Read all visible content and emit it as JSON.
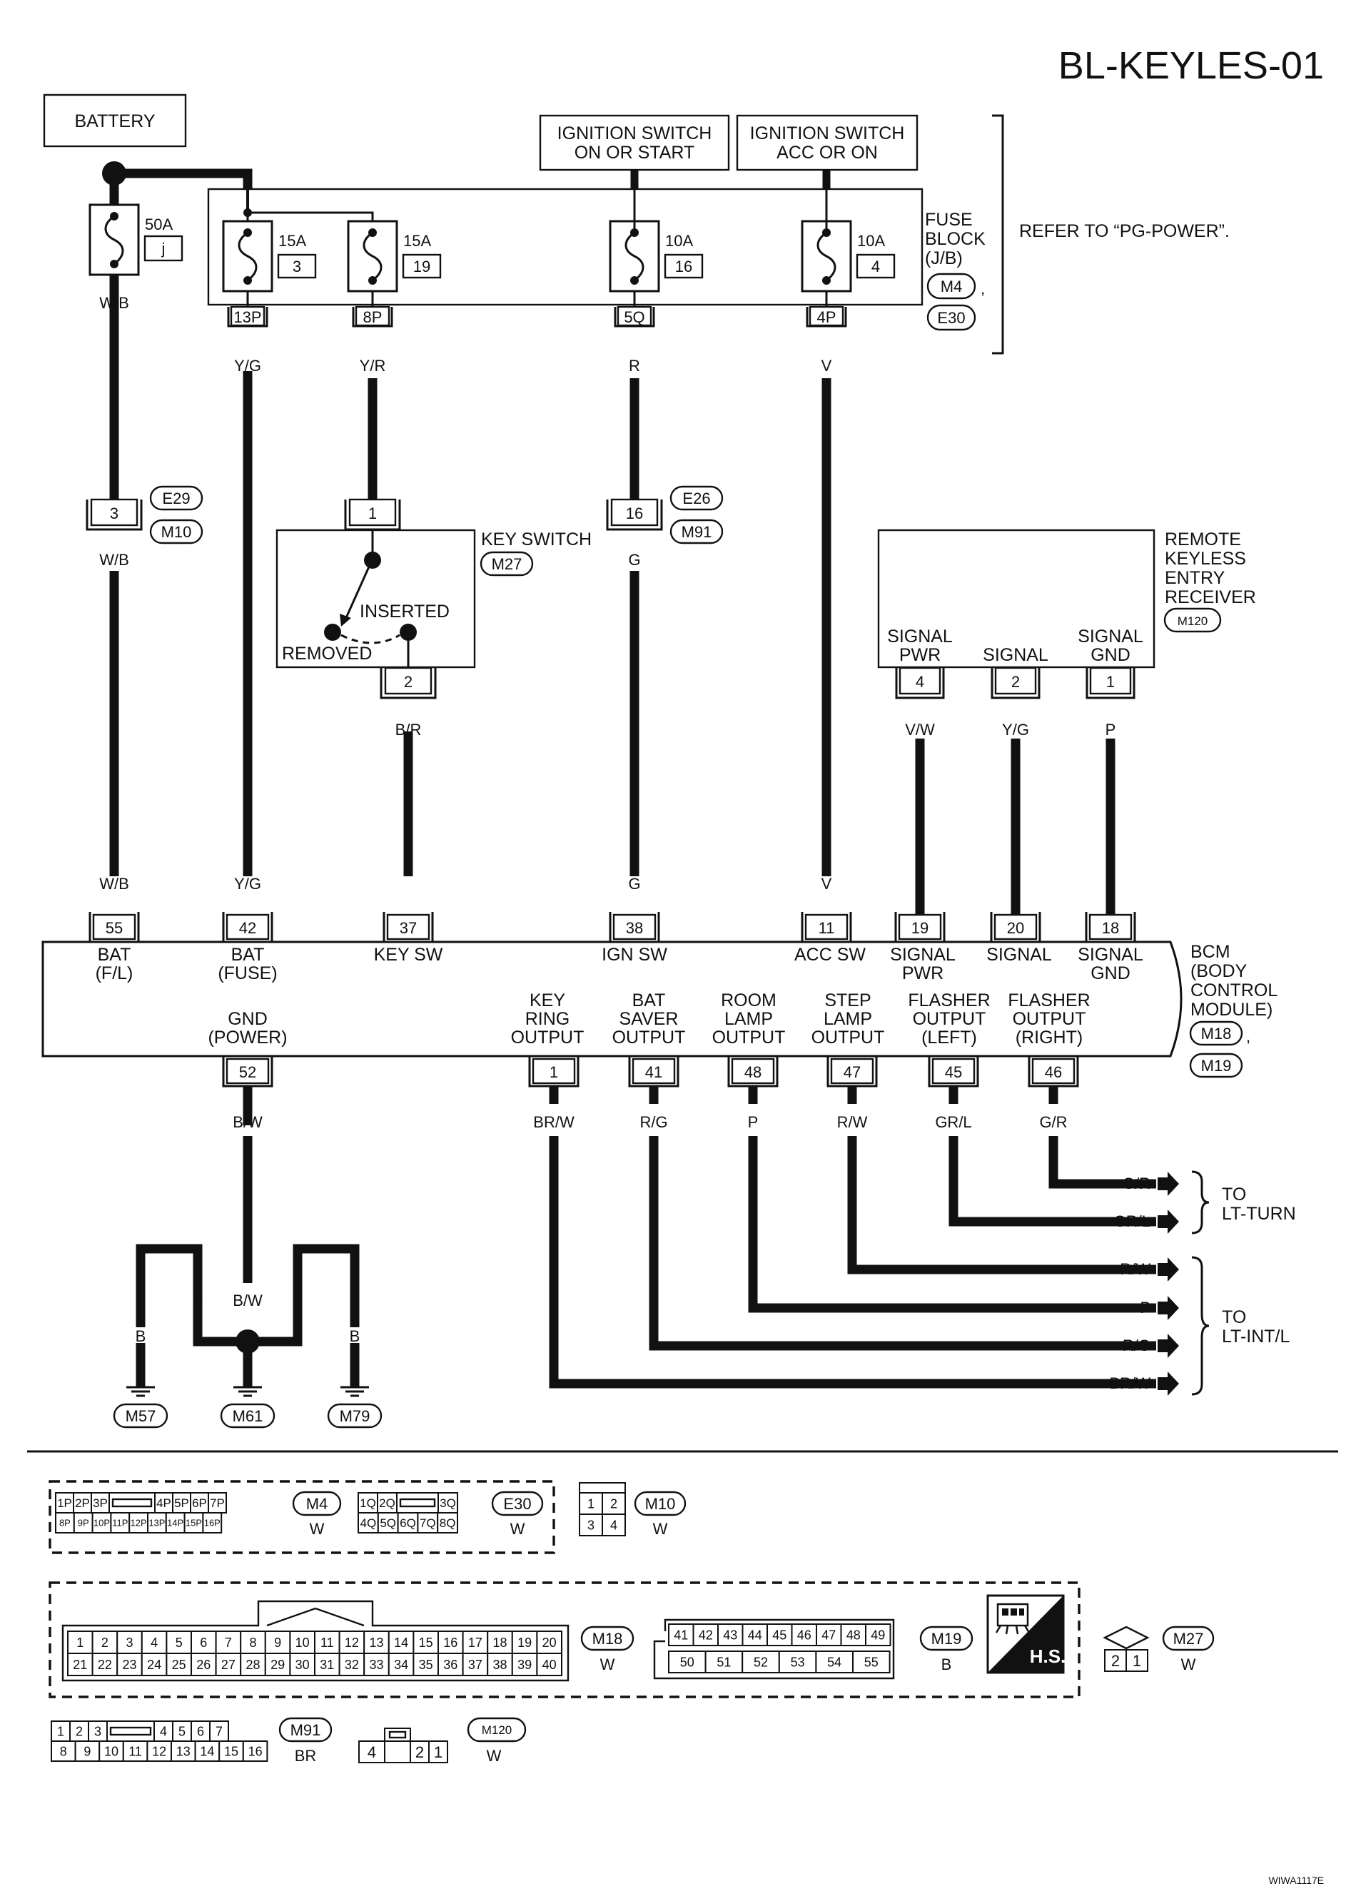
{
  "header": {
    "code": "BL-KEYLES-01",
    "footer": "WIWA1117E"
  },
  "power": {
    "battery": "BATTERY",
    "ign_on_start": [
      "IGNITION SWITCH",
      "ON OR START"
    ],
    "ign_acc_on": [
      "IGNITION SWITCH",
      "ACC OR ON"
    ],
    "fuse_block": [
      "FUSE",
      "BLOCK",
      "(J/B)"
    ],
    "fb_conn1": "M4",
    "fb_conn2": "E30",
    "fb_comma": ",",
    "refer": "REFER TO “PG-POWER”.",
    "fusible_link": {
      "amp": "50A",
      "id": "j"
    },
    "fuses": [
      {
        "amp": "15A",
        "num": "3",
        "term": "13P"
      },
      {
        "amp": "15A",
        "num": "19",
        "term": "8P"
      },
      {
        "amp": "10A",
        "num": "16",
        "term": "5Q"
      },
      {
        "amp": "10A",
        "num": "4",
        "term": "4P"
      }
    ]
  },
  "wires": {
    "c1": [
      "W/B",
      "W/B",
      "W/B"
    ],
    "c2": [
      "Y/G",
      "Y/G"
    ],
    "c3": [
      "Y/R",
      "B/R"
    ],
    "c4": [
      "R",
      "G",
      "G"
    ],
    "c5": [
      "V",
      "V"
    ],
    "c6": [
      "V/W"
    ],
    "c7": [
      "Y/G"
    ],
    "c8": [
      "P"
    ],
    "gnd": "B/W",
    "out1": "BR/W",
    "out2": "R/G",
    "out3": "P",
    "out4": "R/W",
    "out5": "GR/L",
    "out6": "G/R"
  },
  "inline_connectors": {
    "e29": {
      "pin": "3",
      "ids": [
        "E29",
        "M10"
      ]
    },
    "e26": {
      "pin": "16",
      "ids": [
        "E26",
        "M91"
      ]
    }
  },
  "key_switch": {
    "title": "KEY SWITCH",
    "conn": "M27",
    "pin_in": "1",
    "pin_out": "2",
    "inserted": "INSERTED",
    "removed": "REMOVED"
  },
  "receiver": {
    "title": [
      "REMOTE",
      "KEYLESS",
      "ENTRY",
      "RECEIVER"
    ],
    "conn": "M120",
    "pins": [
      {
        "num": "4",
        "label": [
          "SIGNAL",
          "PWR"
        ]
      },
      {
        "num": "2",
        "label": [
          "SIGNAL"
        ]
      },
      {
        "num": "1",
        "label": [
          "SIGNAL",
          "GND"
        ]
      }
    ]
  },
  "bcm": {
    "title": [
      "BCM",
      "(BODY",
      "CONTROL",
      "MODULE)"
    ],
    "conn1": "M18",
    "conn2": "M19",
    "comma": ",",
    "top_pins": [
      {
        "num": "55",
        "label": [
          "BAT",
          "(F/L)"
        ]
      },
      {
        "num": "42",
        "label": [
          "BAT",
          "(FUSE)"
        ]
      },
      {
        "num": "37",
        "label": [
          "KEY SW"
        ]
      },
      {
        "num": "38",
        "label": [
          "IGN SW"
        ]
      },
      {
        "num": "11",
        "label": [
          "ACC SW"
        ]
      },
      {
        "num": "19",
        "label": [
          "SIGNAL",
          "PWR"
        ]
      },
      {
        "num": "20",
        "label": [
          "SIGNAL"
        ]
      },
      {
        "num": "18",
        "label": [
          "SIGNAL",
          "GND"
        ]
      }
    ],
    "bottom_pins": [
      {
        "num": "52",
        "label": [
          "GND",
          "(POWER)"
        ]
      },
      {
        "num": "1",
        "label": [
          "KEY",
          "RING",
          "OUTPUT"
        ]
      },
      {
        "num": "41",
        "label": [
          "BAT",
          "SAVER",
          "OUTPUT"
        ]
      },
      {
        "num": "48",
        "label": [
          "ROOM",
          "LAMP",
          "OUTPUT"
        ]
      },
      {
        "num": "47",
        "label": [
          "STEP",
          "LAMP",
          "OUTPUT"
        ]
      },
      {
        "num": "45",
        "label": [
          "FLASHER",
          "OUTPUT",
          "(LEFT)"
        ]
      },
      {
        "num": "46",
        "label": [
          "FLASHER",
          "OUTPUT",
          "(RIGHT)"
        ]
      }
    ]
  },
  "ground": {
    "wires": [
      "B",
      "B",
      "B/W",
      "B",
      "B"
    ],
    "points": [
      "M57",
      "M61",
      "M79"
    ]
  },
  "destinations": {
    "lt_turn": [
      "TO",
      "LT-TURN"
    ],
    "lt_int": [
      "TO",
      "LT-INT/L"
    ],
    "arrows": [
      "G/R",
      "GR/L",
      "R/W",
      "P",
      "R/G",
      "BR/W"
    ]
  },
  "connector_views": {
    "m4": {
      "id": "M4",
      "color": "W",
      "top": [
        "1P",
        "2P",
        "3P",
        "",
        "4P",
        "5P",
        "6P",
        "7P"
      ],
      "bottom": [
        "8P",
        "9P",
        "10P",
        "11P",
        "12P",
        "13P",
        "14P",
        "15P",
        "16P"
      ]
    },
    "e30": {
      "id": "E30",
      "color": "W",
      "top": [
        "1Q",
        "2Q",
        "",
        "3Q"
      ],
      "bottom": [
        "4Q",
        "5Q",
        "6Q",
        "7Q",
        "8Q"
      ]
    },
    "m10": {
      "id": "M10",
      "color": "W",
      "top": [
        "1",
        "2"
      ],
      "bottom": [
        "3",
        "4"
      ]
    },
    "m18": {
      "id": "M18",
      "color": "W",
      "top": [
        "1",
        "2",
        "3",
        "4",
        "5",
        "6",
        "7",
        "8",
        "9",
        "10",
        "11",
        "12",
        "13",
        "14",
        "15",
        "16",
        "17",
        "18",
        "19",
        "20"
      ],
      "bottom": [
        "21",
        "22",
        "23",
        "24",
        "25",
        "26",
        "27",
        "28",
        "29",
        "30",
        "31",
        "32",
        "33",
        "34",
        "35",
        "36",
        "37",
        "38",
        "39",
        "40"
      ]
    },
    "m19": {
      "id": "M19",
      "color": "B",
      "top": [
        "41",
        "42",
        "43",
        "44",
        "45",
        "46",
        "47",
        "48",
        "49"
      ],
      "bottom": [
        "50",
        "51",
        "52",
        "53",
        "54",
        "55"
      ]
    },
    "hs": "H.S.",
    "m27": {
      "id": "M27",
      "color": "W",
      "pins": [
        "2",
        "1"
      ]
    },
    "m91": {
      "id": "M91",
      "color": "BR",
      "top": [
        "1",
        "2",
        "3",
        "",
        "4",
        "5",
        "6",
        "7"
      ],
      "bottom": [
        "8",
        "9",
        "10",
        "11",
        "12",
        "13",
        "14",
        "15",
        "16"
      ]
    },
    "m120": {
      "id": "M120",
      "color": "W",
      "pins": [
        "4",
        "",
        "2",
        "1"
      ]
    }
  }
}
